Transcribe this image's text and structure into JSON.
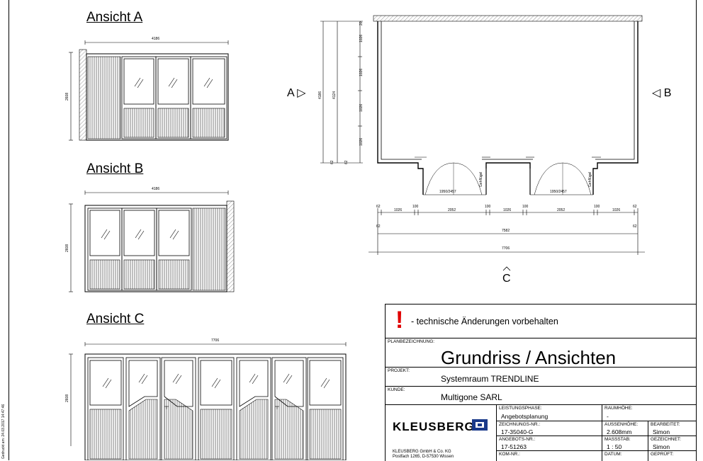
{
  "side_note": "Gedruckt am: 24.03.2017 14:47:46",
  "views": {
    "a": {
      "title": "Ansicht A",
      "width": "4186",
      "height": "2608"
    },
    "b": {
      "title": "Ansicht B",
      "width": "4186",
      "height": "2608"
    },
    "c": {
      "title": "Ansicht C",
      "width": "7706",
      "height": "2608"
    }
  },
  "plan": {
    "mark_a": "A ▷",
    "mark_b": "◁ B",
    "mark_c": "C",
    "door_left": "1950/2457",
    "door_right": "1950/2457",
    "door_label": "Gehflügel",
    "vdims": [
      "20",
      "1026",
      "1026",
      "1026",
      "1026",
      "62",
      "62"
    ],
    "vdim_total1": "4186",
    "vdim_total2": "4124",
    "hdims_row1": [
      "62",
      "1026",
      "100",
      "2052",
      "100",
      "1026",
      "100",
      "2052",
      "100",
      "1026",
      "62"
    ],
    "hdim_row2_left": "62",
    "hdim_row2_total": "7582",
    "hdim_row2_right": "62",
    "hdim_row3_total": "7706"
  },
  "title_block": {
    "warning": "- technische Änderungen vorbehalten",
    "plan_label": "Planbezeichnung:",
    "plan_title": "Grundriss / Ansichten",
    "project_label": "Projekt:",
    "project_value": "Systemraum TRENDLINE",
    "customer_label": "Kunde:",
    "customer_value": "Multigone SARL",
    "logo": "KLEUSBERG",
    "company_line1": "KLEUSBERG GmbH & Co. KG",
    "company_line2": "Postfach 1265, D-57530 Wissen",
    "phase_label": "Leistungsphase:",
    "phase_value": "Angebotsplanung",
    "drawing_label": "Zeichnungs-Nr.:",
    "drawing_value": "17-35040-G",
    "offer_label": "Angebots-Nr.:",
    "offer_value": "17-51263",
    "com_label": "Kom-Nr.:",
    "room_height_label": "Raumhöhe:",
    "room_height_value": "-",
    "outer_height_label": "Außenhöhe:",
    "outer_height_value": "2.608mm",
    "editor_label": "Bearbeitet:",
    "editor_value": "Simon",
    "scale_label": "Maßstab:",
    "scale_value": "1 : 50",
    "drawn_label": "Gezeichnet:",
    "drawn_value": "Simon",
    "date_label": "Datum:",
    "checked_label": "Geprüft:"
  }
}
